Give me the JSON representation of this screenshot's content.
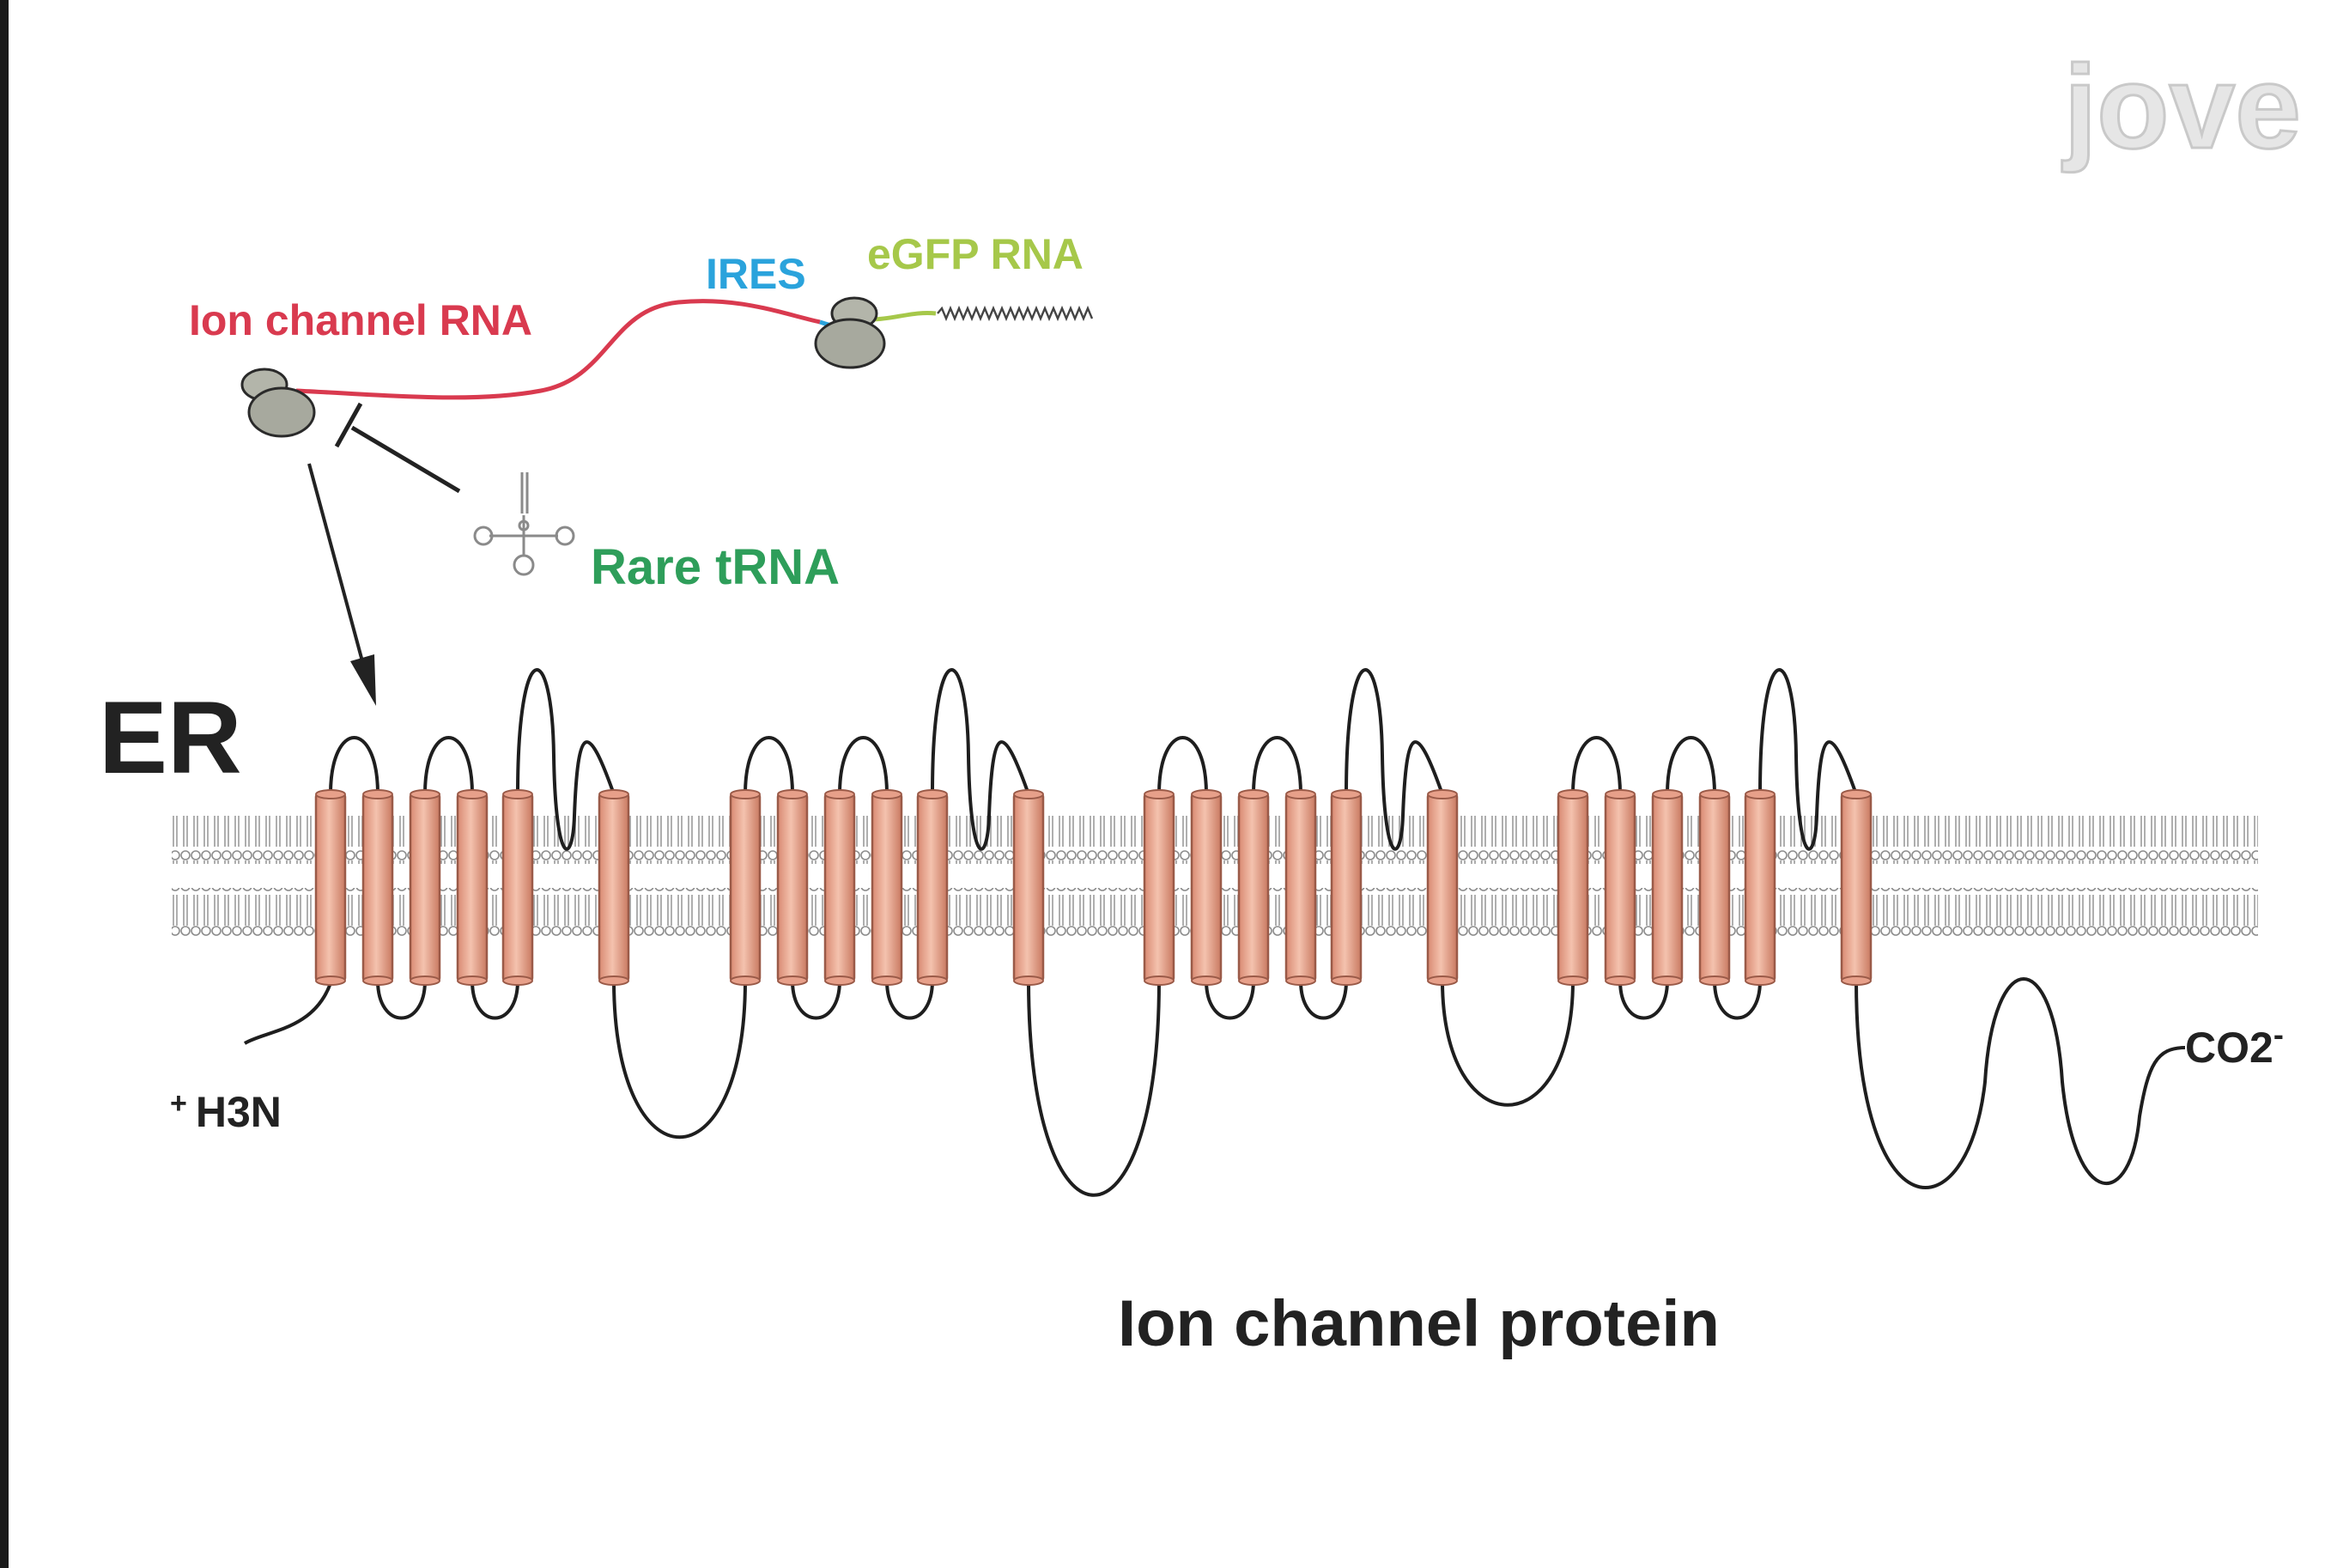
{
  "watermark": "jove",
  "labels": {
    "ion_channel_rna": "Ion channel RNA",
    "ires": "IRES",
    "egfp_rna": "eGFP RNA",
    "rare_trna": "Rare tRNA",
    "er": "ER",
    "n_terminus": "H3N",
    "n_terminus_charge": "+",
    "c_terminus": "CO2",
    "c_terminus_charge": "-",
    "protein": "Ion channel protein"
  },
  "colors": {
    "ion_channel_rna": "#d93a4f",
    "ires": "#2aa3dc",
    "egfp_rna": "#a6c84a",
    "rare_trna": "#2e9e5a",
    "helix_fill": "#e9a48c",
    "helix_stroke": "#9a5a48",
    "ribosome": "#a7a99e",
    "text": "#222222"
  },
  "structure": {
    "domains": 4,
    "helices_per_domain": 6
  }
}
